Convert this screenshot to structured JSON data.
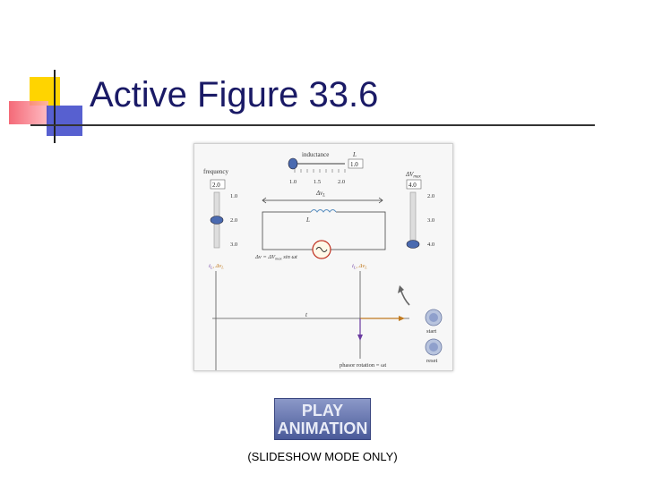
{
  "slide": {
    "title": "Active Figure 33.6",
    "play_button": {
      "line1": "PLAY",
      "line2": "ANIMATION"
    },
    "note": "(SLIDESHOW MODE ONLY)"
  },
  "figure": {
    "inductance": {
      "label": "inductance",
      "symbol": "L",
      "value": "1.0",
      "ticks": [
        "1.0",
        "1.5",
        "2.0"
      ]
    },
    "frequency": {
      "label": "frequency",
      "value": "2.0",
      "ticks": [
        "1.0",
        "2.0",
        "3.0"
      ]
    },
    "voltage": {
      "label": "ΔV",
      "label_sub": "max",
      "value": "4.0",
      "ticks": [
        "2.0",
        "3.0",
        "4.0"
      ]
    },
    "circuit": {
      "dv_label": "Δv",
      "dv_sub": "L",
      "inductor_label": "L",
      "equation": "Δv = ΔV",
      "equation_sub": "max",
      "equation_tail": " sin ωt"
    },
    "graph": {
      "y_label_i": "i",
      "y_label_i_sub": "L",
      "y_label_v": ", Δv",
      "y_label_v_sub": "L",
      "t_label": "t"
    },
    "phasor": {
      "y_label_i": "i",
      "y_label_i_sub": "L",
      "y_label_v": ", Δv",
      "y_label_v_sub": "L",
      "rotation_label": "phasor rotation = ωt"
    },
    "buttons": {
      "start": "start",
      "reset": "reset"
    }
  },
  "colors": {
    "title": "#1a1a66",
    "accent_yellow": "#ffd400",
    "accent_red": "#f25060",
    "accent_blue": "#3a44c8",
    "phasor_v": "#c07a20",
    "phasor_i": "#6a3aa0"
  }
}
